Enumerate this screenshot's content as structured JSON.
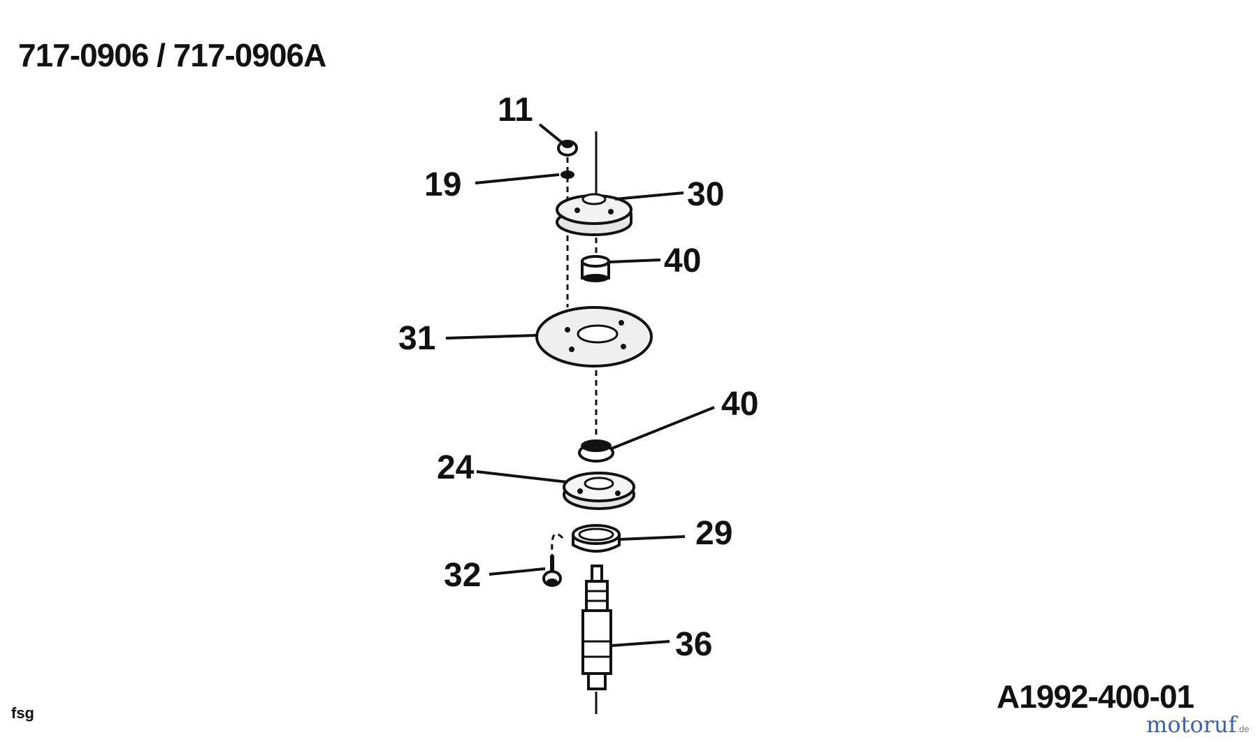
{
  "header": {
    "title": "717-0906 / 717-0906A"
  },
  "footer": {
    "document_number": "A1992-400-01",
    "code": "fsg"
  },
  "brand": {
    "name": "motoruf",
    "suffix": ".de",
    "color": "#3b63a8"
  },
  "callouts": {
    "c11": "11",
    "c19": "19",
    "c30": "30",
    "c40a": "40",
    "c31": "31",
    "c40b": "40",
    "c24": "24",
    "c29": "29",
    "c32": "32",
    "c36": "36"
  }
}
